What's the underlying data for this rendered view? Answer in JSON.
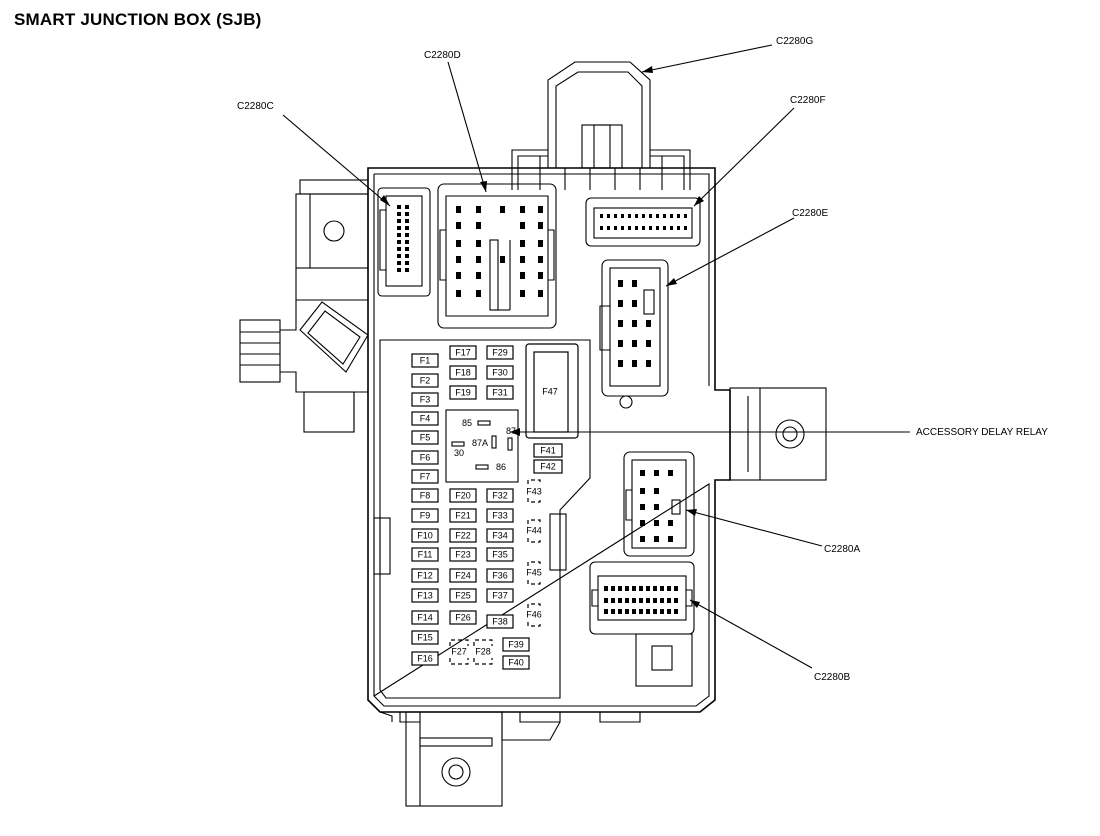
{
  "title": "SMART JUNCTION BOX (SJB)",
  "connectors": {
    "c2280a": "C2280A",
    "c2280b": "C2280B",
    "c2280c": "C2280C",
    "c2280d": "C2280D",
    "c2280e": "C2280E",
    "c2280f": "C2280F",
    "c2280g": "C2280G"
  },
  "relay": {
    "label": "ACCESSORY DELAY RELAY",
    "pin_85": "85",
    "pin_87": "87",
    "pin_87a": "87A",
    "pin_30": "30",
    "pin_86": "86"
  },
  "fuses": {
    "F1": "F1",
    "F2": "F2",
    "F3": "F3",
    "F4": "F4",
    "F5": "F5",
    "F6": "F6",
    "F7": "F7",
    "F8": "F8",
    "F9": "F9",
    "F10": "F10",
    "F11": "F11",
    "F12": "F12",
    "F13": "F13",
    "F14": "F14",
    "F15": "F15",
    "F16": "F16",
    "F17": "F17",
    "F18": "F18",
    "F19": "F19",
    "F20": "F20",
    "F21": "F21",
    "F22": "F22",
    "F23": "F23",
    "F24": "F24",
    "F25": "F25",
    "F26": "F26",
    "F27": "F27",
    "F28": "F28",
    "F29": "F29",
    "F30": "F30",
    "F31": "F31",
    "F32": "F32",
    "F33": "F33",
    "F34": "F34",
    "F35": "F35",
    "F36": "F36",
    "F37": "F37",
    "F38": "F38",
    "F39": "F39",
    "F40": "F40",
    "F41": "F41",
    "F42": "F42",
    "F43": "F43",
    "F44": "F44",
    "F45": "F45",
    "F46": "F46",
    "F47": "F47"
  }
}
